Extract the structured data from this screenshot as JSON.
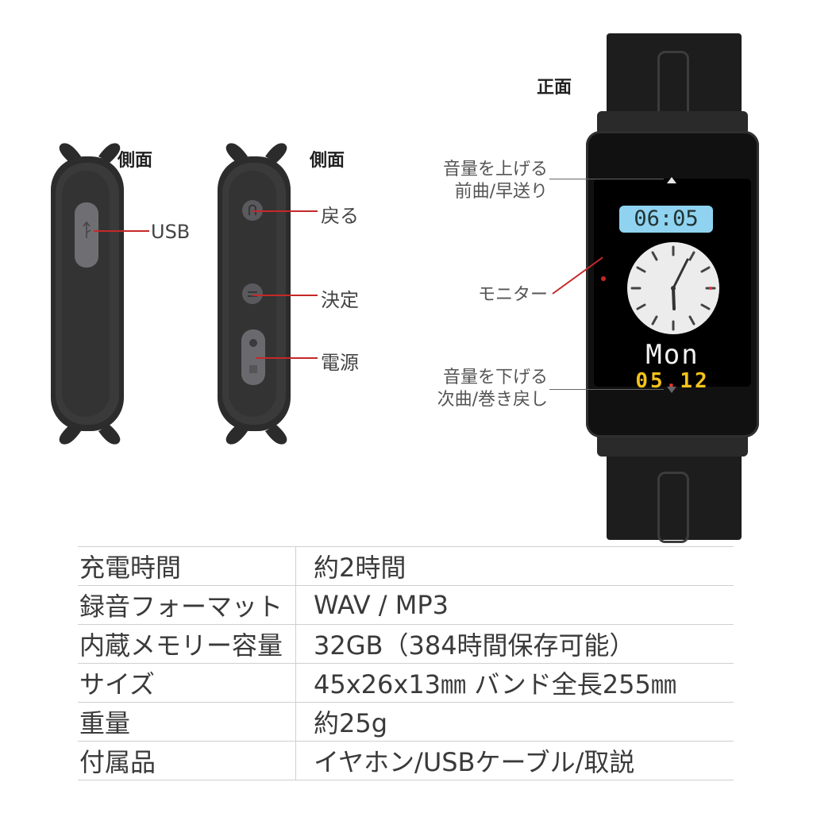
{
  "views": {
    "side": "側面",
    "front": "正面"
  },
  "callouts": {
    "usb": "USB",
    "back": "戻る",
    "enter": "決定",
    "power": "電源",
    "vol_up_line1": "音量を上げる",
    "vol_up_line2": "前曲/早送り",
    "monitor": "モニター",
    "vol_down_line1": "音量を下げる",
    "vol_down_line2": "次曲/巻き戻し"
  },
  "screen": {
    "time": "06:05",
    "weekday": "Mon",
    "date_month": "05",
    "date_sep": ".",
    "date_day": "12"
  },
  "specs": [
    {
      "key": "充電時間",
      "value": "約2時間"
    },
    {
      "key": "録音フォーマット",
      "value": "WAV / MP3"
    },
    {
      "key": "内蔵メモリー容量",
      "value": "32GB（384時間保存可能）"
    },
    {
      "key": "サイズ",
      "value": "45x26x13㎜  バンド全長255㎜"
    },
    {
      "key": "重量",
      "value": "約25g"
    },
    {
      "key": "付属品",
      "value": "イヤホン/USBケーブル/取説"
    }
  ]
}
